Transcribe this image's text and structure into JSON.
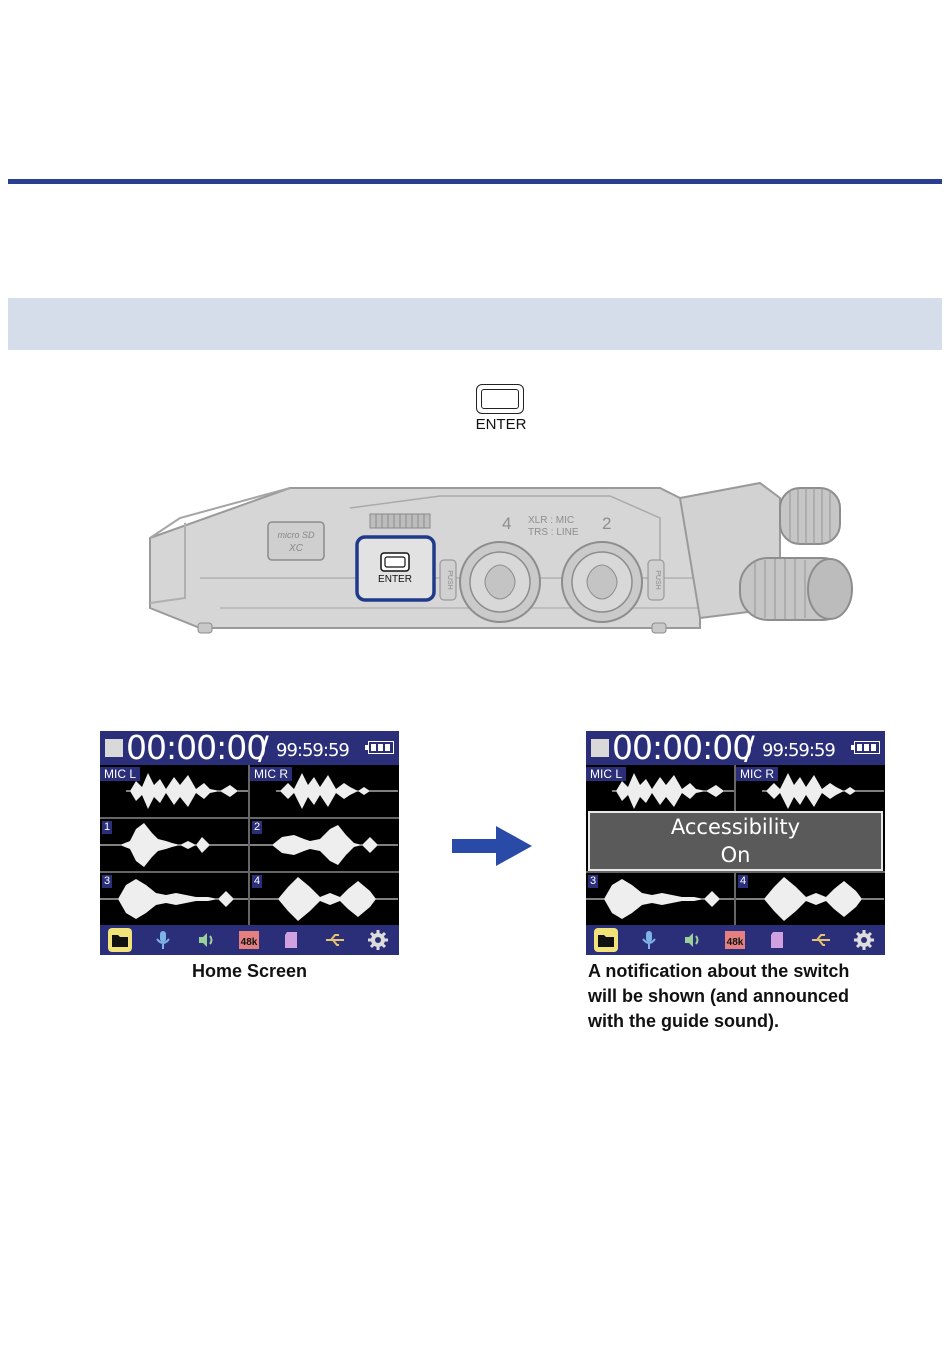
{
  "enter_key": {
    "label": "ENTER"
  },
  "device": {
    "enter_label": "ENTER",
    "xlr_label_line1": "XLR : MIC",
    "xlr_label_line2": "TRS : LINE",
    "input_left": "4",
    "input_right": "2",
    "push_label": "PUSH",
    "card_label": "micro SD XC"
  },
  "screen_common": {
    "elapsed": "00:00:00",
    "slash": "/",
    "remaining": "99:59:59",
    "track_labels": [
      "MIC L",
      "MIC R",
      "1",
      "2",
      "3",
      "4"
    ],
    "bottom_icons": [
      "folder-icon",
      "mic-icon",
      "speaker-icon",
      "sample-rate-48k-icon",
      "sd-card-icon",
      "usb-icon",
      "gear-icon"
    ],
    "sample_rate_badge": "48k"
  },
  "notification": {
    "line1": "Accessibility",
    "line2": "On"
  },
  "captions": {
    "home": "Home Screen",
    "notify_line1": "A notification about the switch",
    "notify_line2": "will be shown (and announced",
    "notify_line3": "with the guide sound)."
  },
  "colors": {
    "accent_blue": "#2a3f8f",
    "band": "#d5dcea",
    "screen_bar": "#2b2f79",
    "selected_icon": "#f1e27a"
  }
}
